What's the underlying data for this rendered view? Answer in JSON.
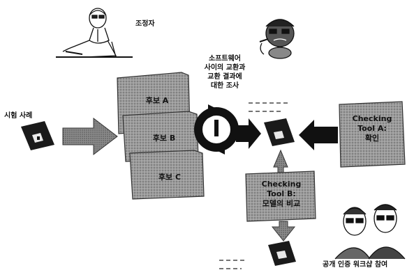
{
  "labels": {
    "coordinator": "조정자",
    "test_case": "시험 사례",
    "survey": [
      "소프트웨어",
      "사이의 교환과",
      "교환 결과에",
      "대한 조사"
    ],
    "workshop": "공개 인증 워크샵 참여"
  },
  "candidates": [
    "후보 A",
    "후보 B",
    "후보 C"
  ],
  "tool_a": [
    "Checking",
    "Tool A: ",
    "확인"
  ],
  "tool_b": [
    "Checking",
    "Tool B:",
    "모델의 비교"
  ]
}
